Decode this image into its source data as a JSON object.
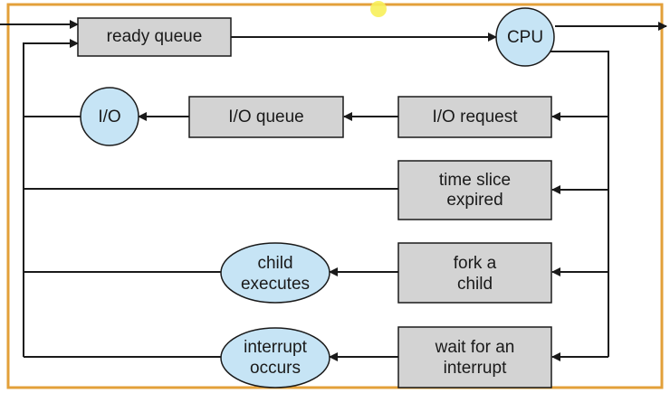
{
  "colors": {
    "frame": "#e3a03a",
    "box_fill": "#d3d3d3",
    "node_fill": "#c6e4f5",
    "stroke": "#1a1a1a",
    "highlight": "#f7ef5a"
  },
  "nodes": {
    "ready_queue": "ready queue",
    "cpu": "CPU",
    "io": "I/O",
    "io_queue": "I/O queue",
    "io_request": "I/O request",
    "time_slice_line1": "time slice",
    "time_slice_line2": "expired",
    "fork_line1": "fork a",
    "fork_line2": "child",
    "child_exec_line1": "child",
    "child_exec_line2": "executes",
    "wait_line1": "wait for an",
    "wait_line2": "interrupt",
    "interrupt_line1": "interrupt",
    "interrupt_line2": "occurs"
  }
}
